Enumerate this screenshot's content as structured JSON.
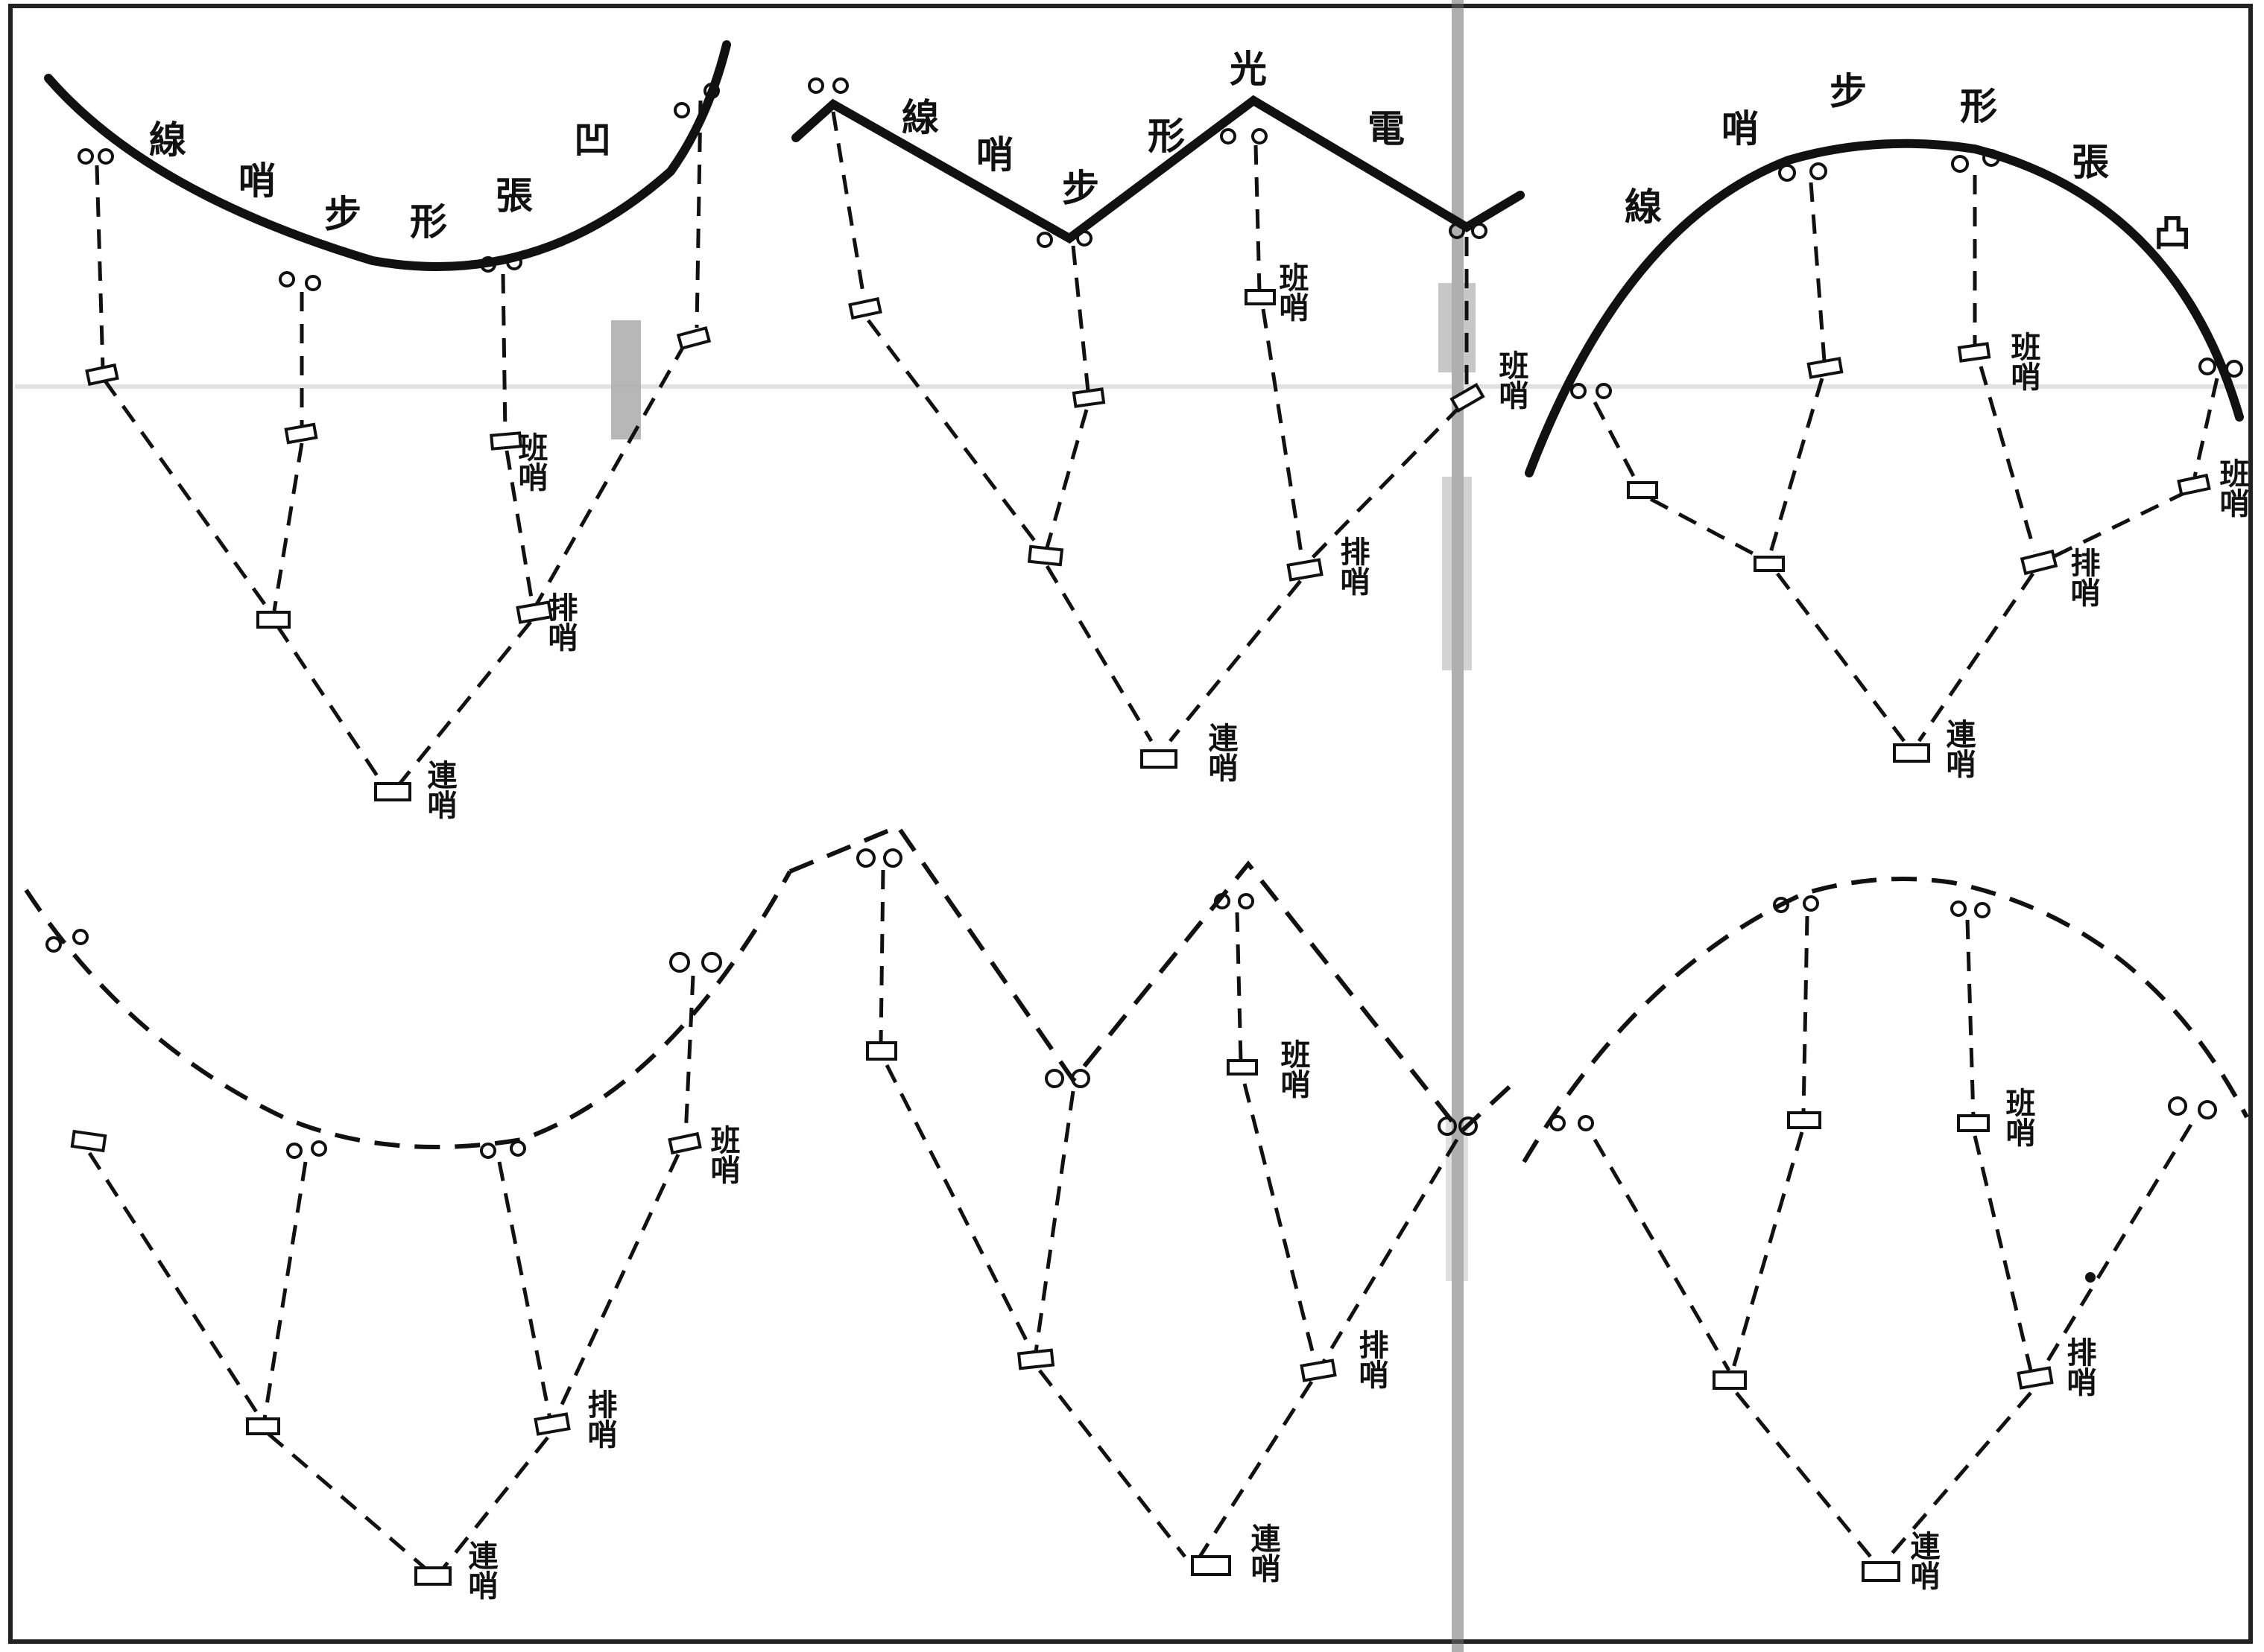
{
  "colors": {
    "paper": "#ffffff",
    "ink": "#111111",
    "frame": "#222222",
    "smudge": "#6e6e6e"
  },
  "panels": {
    "concave_solid": {
      "line_name_chars": [
        "線",
        "哨",
        "步",
        "形",
        "張",
        "凹"
      ],
      "labels": {
        "ban": "班哨",
        "pai": "排哨",
        "lian": "連哨"
      }
    },
    "zigzag_solid": {
      "line_name_chars": [
        "線",
        "哨",
        "步",
        "形",
        "光",
        "電"
      ],
      "labels": {
        "ban_left": "班哨",
        "ban_right": "班哨",
        "pai": "排哨",
        "lian": "連哨"
      }
    },
    "convex_solid": {
      "line_name_chars": [
        "線",
        "哨",
        "步",
        "形",
        "張",
        "凸"
      ],
      "labels": {
        "ban_mid": "班哨",
        "ban_right": "班哨",
        "pai": "排哨",
        "lian": "連哨"
      }
    },
    "concave_dashed": {
      "labels": {
        "ban": "班哨",
        "pai": "排哨",
        "lian": "連哨"
      }
    },
    "zigzag_dashed": {
      "labels": {
        "ban": "班哨",
        "pai": "排哨",
        "lian": "連哨"
      }
    },
    "convex_dashed": {
      "labels": {
        "ban": "班哨",
        "pai": "排哨",
        "lian": "連哨"
      }
    }
  }
}
